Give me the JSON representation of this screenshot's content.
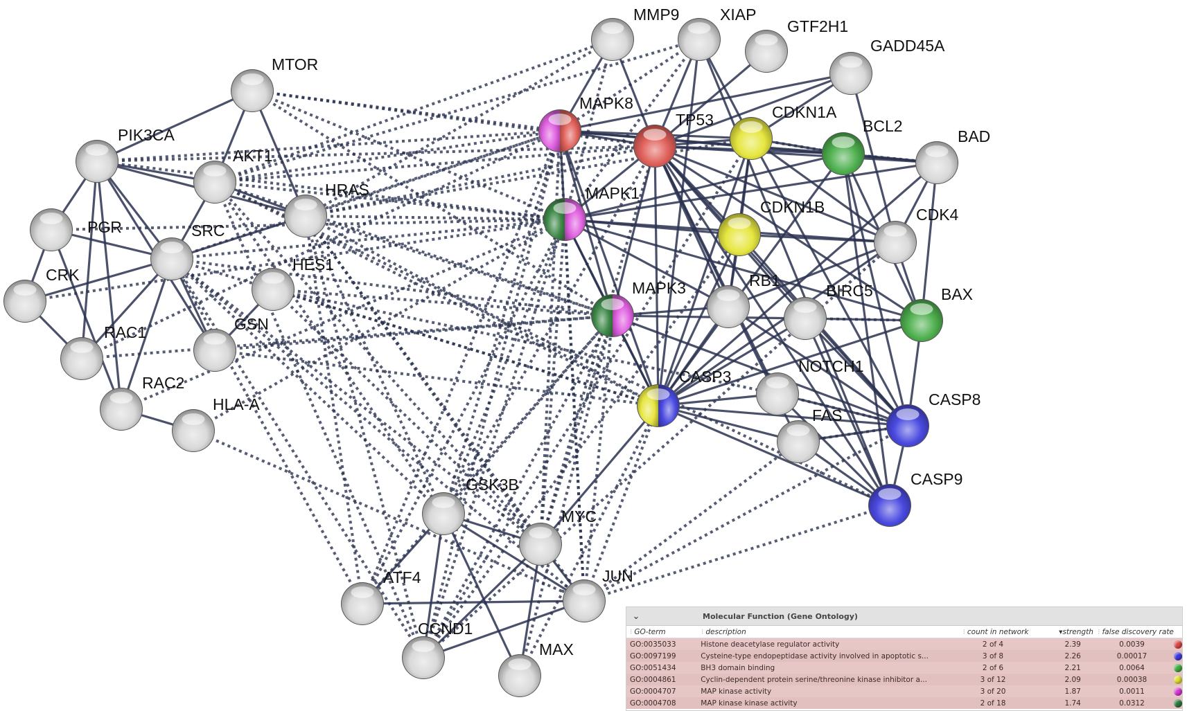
{
  "network": {
    "nodes": [
      {
        "id": "MTOR",
        "colors": []
      },
      {
        "id": "PIK3CA",
        "colors": []
      },
      {
        "id": "AKT1",
        "colors": []
      },
      {
        "id": "HRAS",
        "colors": []
      },
      {
        "id": "PGR",
        "colors": []
      },
      {
        "id": "SRC",
        "colors": []
      },
      {
        "id": "CRK",
        "colors": []
      },
      {
        "id": "HES1",
        "colors": []
      },
      {
        "id": "GSN",
        "colors": []
      },
      {
        "id": "RAC1",
        "colors": []
      },
      {
        "id": "RAC2",
        "colors": []
      },
      {
        "id": "HLA-A",
        "colors": []
      },
      {
        "id": "MMP9",
        "colors": []
      },
      {
        "id": "XIAP",
        "colors": []
      },
      {
        "id": "GTF2H1",
        "colors": []
      },
      {
        "id": "GADD45A",
        "colors": []
      },
      {
        "id": "MAPK8",
        "colors": [
          "magenta",
          "red"
        ]
      },
      {
        "id": "TP53",
        "colors": [
          "red"
        ]
      },
      {
        "id": "CDKN1A",
        "colors": [
          "yellow"
        ]
      },
      {
        "id": "BCL2",
        "colors": [
          "green"
        ]
      },
      {
        "id": "BAD",
        "colors": []
      },
      {
        "id": "MAPK1",
        "colors": [
          "darkgreen",
          "magenta"
        ]
      },
      {
        "id": "CDKN1B",
        "colors": [
          "yellow"
        ]
      },
      {
        "id": "CDK4",
        "colors": []
      },
      {
        "id": "MAPK3",
        "colors": [
          "darkgreen",
          "magenta"
        ]
      },
      {
        "id": "RB1",
        "colors": []
      },
      {
        "id": "BIRC5",
        "colors": []
      },
      {
        "id": "BAX",
        "colors": [
          "green"
        ]
      },
      {
        "id": "CASP3",
        "colors": [
          "yellow",
          "blue"
        ]
      },
      {
        "id": "NOTCH1",
        "colors": []
      },
      {
        "id": "FAS",
        "colors": []
      },
      {
        "id": "CASP8",
        "colors": [
          "blue"
        ]
      },
      {
        "id": "CASP9",
        "colors": [
          "blue"
        ]
      },
      {
        "id": "GSK3B",
        "colors": []
      },
      {
        "id": "MYC",
        "colors": []
      },
      {
        "id": "ATF4",
        "colors": []
      },
      {
        "id": "JUN",
        "colors": []
      },
      {
        "id": "CCND1",
        "colors": []
      },
      {
        "id": "MAX",
        "colors": []
      }
    ],
    "edges_solid": [
      [
        "MTOR",
        "PIK3CA"
      ],
      [
        "MTOR",
        "AKT1"
      ],
      [
        "MTOR",
        "HRAS"
      ],
      [
        "PIK3CA",
        "AKT1"
      ],
      [
        "PIK3CA",
        "SRC"
      ],
      [
        "PIK3CA",
        "PGR"
      ],
      [
        "PIK3CA",
        "RAC1"
      ],
      [
        "PIK3CA",
        "RAC2"
      ],
      [
        "PIK3CA",
        "GSN"
      ],
      [
        "PIK3CA",
        "HRAS"
      ],
      [
        "PGR",
        "SRC"
      ],
      [
        "PGR",
        "CRK"
      ],
      [
        "CRK",
        "SRC"
      ],
      [
        "CRK",
        "RAC1"
      ],
      [
        "SRC",
        "RAC1"
      ],
      [
        "SRC",
        "RAC2"
      ],
      [
        "SRC",
        "GSN"
      ],
      [
        "SRC",
        "AKT1"
      ],
      [
        "SRC",
        "HRAS"
      ],
      [
        "AKT1",
        "HRAS"
      ],
      [
        "HES1",
        "GSN"
      ],
      [
        "RAC2",
        "HLA-A"
      ],
      [
        "PGR",
        "RAC2"
      ],
      [
        "MMP9",
        "TP53"
      ],
      [
        "MMP9",
        "MAPK8"
      ],
      [
        "XIAP",
        "TP53"
      ],
      [
        "XIAP",
        "CASP3"
      ],
      [
        "XIAP",
        "CDKN1A"
      ],
      [
        "XIAP",
        "CASP9"
      ],
      [
        "GTF2H1",
        "TP53"
      ],
      [
        "GADD45A",
        "TP53"
      ],
      [
        "GADD45A",
        "MAPK8"
      ],
      [
        "GADD45A",
        "CDKN1A"
      ],
      [
        "GADD45A",
        "CDK4"
      ],
      [
        "MAPK8",
        "TP53"
      ],
      [
        "MAPK8",
        "CDKN1A"
      ],
      [
        "MAPK8",
        "BCL2"
      ],
      [
        "MAPK8",
        "MAPK1"
      ],
      [
        "MAPK8",
        "MAPK3"
      ],
      [
        "MAPK8",
        "CASP3"
      ],
      [
        "MAPK8",
        "BAD"
      ],
      [
        "TP53",
        "CDKN1A"
      ],
      [
        "TP53",
        "BCL2"
      ],
      [
        "TP53",
        "BAX"
      ],
      [
        "TP53",
        "CASP3"
      ],
      [
        "TP53",
        "CASP8"
      ],
      [
        "TP53",
        "CASP9"
      ],
      [
        "TP53",
        "RB1"
      ],
      [
        "TP53",
        "CDKN1B"
      ],
      [
        "TP53",
        "FAS"
      ],
      [
        "TP53",
        "BIRC5"
      ],
      [
        "TP53",
        "MAPK1"
      ],
      [
        "TP53",
        "MAPK3"
      ],
      [
        "TP53",
        "NOTCH1"
      ],
      [
        "TP53",
        "CDK4"
      ],
      [
        "TP53",
        "BAD"
      ],
      [
        "CDKN1A",
        "CDK4"
      ],
      [
        "CDKN1A",
        "CDKN1B"
      ],
      [
        "CDKN1A",
        "CASP3"
      ],
      [
        "CDKN1A",
        "RB1"
      ],
      [
        "CDKN1A",
        "BCL2"
      ],
      [
        "CDKN1A",
        "CASP8"
      ],
      [
        "BCL2",
        "BAD"
      ],
      [
        "BCL2",
        "BAX"
      ],
      [
        "BCL2",
        "CASP3"
      ],
      [
        "BCL2",
        "CASP9"
      ],
      [
        "BCL2",
        "CASP8"
      ],
      [
        "BCL2",
        "MAPK1"
      ],
      [
        "BAD",
        "MAPK1"
      ],
      [
        "BAD",
        "CDK4"
      ],
      [
        "BAD",
        "CASP3"
      ],
      [
        "BAD",
        "BAX"
      ],
      [
        "MAPK1",
        "MAPK3"
      ],
      [
        "MAPK1",
        "CASP3"
      ],
      [
        "MAPK1",
        "CDKN1B"
      ],
      [
        "MAPK1",
        "CDK4"
      ],
      [
        "MAPK1",
        "RB1"
      ],
      [
        "MAPK1",
        "BAX"
      ],
      [
        "CDKN1B",
        "CDK4"
      ],
      [
        "CDKN1B",
        "RB1"
      ],
      [
        "CDKN1B",
        "CASP3"
      ],
      [
        "CDKN1B",
        "CASP8"
      ],
      [
        "CDK4",
        "RB1"
      ],
      [
        "CDK4",
        "BAX"
      ],
      [
        "CDK4",
        "CASP3"
      ],
      [
        "MAPK3",
        "CASP3"
      ],
      [
        "MAPK3",
        "RB1"
      ],
      [
        "MAPK3",
        "BIRC5"
      ],
      [
        "MAPK3",
        "CASP8"
      ],
      [
        "RB1",
        "CASP3"
      ],
      [
        "RB1",
        "CASP8"
      ],
      [
        "BIRC5",
        "CASP3"
      ],
      [
        "BIRC5",
        "CASP9"
      ],
      [
        "BIRC5",
        "CASP8"
      ],
      [
        "BIRC5",
        "BAX"
      ],
      [
        "BAX",
        "CASP8"
      ],
      [
        "BAX",
        "CASP3"
      ],
      [
        "CASP3",
        "NOTCH1"
      ],
      [
        "CASP3",
        "FAS"
      ],
      [
        "CASP3",
        "CASP8"
      ],
      [
        "CASP3",
        "CASP9"
      ],
      [
        "CASP3",
        "MYC"
      ],
      [
        "NOTCH1",
        "CASP8"
      ],
      [
        "NOTCH1",
        "CASP9"
      ],
      [
        "FAS",
        "CASP8"
      ],
      [
        "FAS",
        "CASP9"
      ],
      [
        "CASP8",
        "CASP9"
      ],
      [
        "GSK3B",
        "MYC"
      ],
      [
        "GSK3B",
        "JUN"
      ],
      [
        "GSK3B",
        "ATF4"
      ],
      [
        "GSK3B",
        "CCND1"
      ],
      [
        "GSK3B",
        "MAX"
      ],
      [
        "MYC",
        "MAX"
      ],
      [
        "MYC",
        "JUN"
      ],
      [
        "MYC",
        "CCND1"
      ],
      [
        "ATF4",
        "JUN"
      ],
      [
        "JUN",
        "CCND1"
      ]
    ],
    "edges_dashed": [
      [
        "MTOR",
        "MAPK8"
      ],
      [
        "MTOR",
        "TP53"
      ],
      [
        "MTOR",
        "MAPK1"
      ],
      [
        "MTOR",
        "MAPK3"
      ],
      [
        "PIK3CA",
        "MAPK8"
      ],
      [
        "PIK3CA",
        "MAPK1"
      ],
      [
        "PIK3CA",
        "TP53"
      ],
      [
        "AKT1",
        "MAPK8"
      ],
      [
        "AKT1",
        "TP53"
      ],
      [
        "AKT1",
        "MAPK1"
      ],
      [
        "AKT1",
        "MAPK3"
      ],
      [
        "AKT1",
        "CASP3"
      ],
      [
        "AKT1",
        "GSK3B"
      ],
      [
        "AKT1",
        "MMP9"
      ],
      [
        "AKT1",
        "XIAP"
      ],
      [
        "AKT1",
        "CASP9"
      ],
      [
        "HRAS",
        "MAPK8"
      ],
      [
        "HRAS",
        "MAPK1"
      ],
      [
        "HRAS",
        "MAPK3"
      ],
      [
        "HRAS",
        "TP53"
      ],
      [
        "HRAS",
        "MYC"
      ],
      [
        "HRAS",
        "JUN"
      ],
      [
        "HRAS",
        "CASP3"
      ],
      [
        "HRAS",
        "CDKN1A"
      ],
      [
        "SRC",
        "MAPK1"
      ],
      [
        "SRC",
        "MAPK3"
      ],
      [
        "SRC",
        "MAPK8"
      ],
      [
        "SRC",
        "CASP3"
      ],
      [
        "SRC",
        "JUN"
      ],
      [
        "SRC",
        "MYC"
      ],
      [
        "PGR",
        "MAPK1"
      ],
      [
        "CRK",
        "MAPK1"
      ],
      [
        "RAC1",
        "MAPK8"
      ],
      [
        "RAC1",
        "MAPK3"
      ],
      [
        "RAC2",
        "MAPK1"
      ],
      [
        "HES1",
        "MAPK3"
      ],
      [
        "HES1",
        "NOTCH1"
      ],
      [
        "HES1",
        "MYC"
      ],
      [
        "HES1",
        "CASP3"
      ],
      [
        "GSN",
        "CASP3"
      ],
      [
        "GSN",
        "MAPK3"
      ],
      [
        "HLA-A",
        "MAPK1"
      ],
      [
        "HLA-A",
        "JUN"
      ],
      [
        "GSK3B",
        "MAPK1"
      ],
      [
        "GSK3B",
        "MAPK3"
      ],
      [
        "GSK3B",
        "MAPK8"
      ],
      [
        "GSK3B",
        "TP53"
      ],
      [
        "GSK3B",
        "HRAS"
      ],
      [
        "GSK3B",
        "SRC"
      ],
      [
        "MYC",
        "MAPK1"
      ],
      [
        "MYC",
        "MAPK3"
      ],
      [
        "MYC",
        "MAPK8"
      ],
      [
        "MYC",
        "TP53"
      ],
      [
        "MYC",
        "AKT1"
      ],
      [
        "JUN",
        "MAPK8"
      ],
      [
        "JUN",
        "MAPK1"
      ],
      [
        "JUN",
        "MAPK3"
      ],
      [
        "JUN",
        "CASP9"
      ],
      [
        "JUN",
        "CASP8"
      ],
      [
        "JUN",
        "FAS"
      ],
      [
        "JUN",
        "CASP3"
      ],
      [
        "ATF4",
        "MAPK1"
      ],
      [
        "ATF4",
        "MAPK3"
      ],
      [
        "ATF4",
        "SRC"
      ],
      [
        "ATF4",
        "HRAS"
      ],
      [
        "ATF4",
        "MAPK8"
      ],
      [
        "CCND1",
        "MAPK1"
      ],
      [
        "CCND1",
        "MAPK3"
      ],
      [
        "CCND1",
        "MAPK8"
      ],
      [
        "CCND1",
        "CDKN1A"
      ],
      [
        "CCND1",
        "CDKN1B"
      ],
      [
        "CCND1",
        "AKT1"
      ],
      [
        "CCND1",
        "HRAS"
      ],
      [
        "CCND1",
        "SRC"
      ],
      [
        "CCND1",
        "CDK4"
      ],
      [
        "MAX",
        "MAPK3"
      ],
      [
        "MAX",
        "CASP3"
      ],
      [
        "MMP9",
        "MAPK1"
      ],
      [
        "MMP9",
        "HRAS"
      ],
      [
        "XIAP",
        "MAPK1"
      ],
      [
        "XIAP",
        "MAPK8"
      ],
      [
        "BCL2",
        "BAD"
      ],
      [
        "CDKN1A",
        "BCL2"
      ],
      [
        "BIRC5",
        "BAX"
      ],
      [
        "NOTCH1",
        "CASP8"
      ],
      [
        "FAS",
        "CASP8"
      ]
    ]
  },
  "go_panel": {
    "toggle_icon": "⌄",
    "title": "Molecular Function (Gene Ontology)",
    "columns": {
      "term": "GO-term",
      "description": "description",
      "count": "count in network",
      "strength": "strength",
      "fdr": "false discovery rate"
    },
    "sort_indicator": "▾",
    "rows": [
      {
        "term": "GO:0035033",
        "description": "Histone deacetylase regulator activity",
        "count": "2 of 4",
        "strength": "2.39",
        "fdr": "0.0039",
        "color": "#e04848"
      },
      {
        "term": "GO:0097199",
        "description": "Cysteine-type endopeptidase activity involved in apoptotic s...",
        "count": "3 of 8",
        "strength": "2.26",
        "fdr": "0.00017",
        "color": "#3c3ce0"
      },
      {
        "term": "GO:0051434",
        "description": "BH3 domain binding",
        "count": "2 of 6",
        "strength": "2.21",
        "fdr": "0.0064",
        "color": "#3fae3f"
      },
      {
        "term": "GO:0004861",
        "description": "Cyclin-dependent protein serine/threonine kinase inhibitor a...",
        "count": "3 of 12",
        "strength": "2.09",
        "fdr": "0.00038",
        "color": "#e0e030"
      },
      {
        "term": "GO:0004707",
        "description": "MAP kinase activity",
        "count": "3 of 20",
        "strength": "1.87",
        "fdr": "0.0011",
        "color": "#d838d8"
      },
      {
        "term": "GO:0004708",
        "description": "MAP kinase kinase activity",
        "count": "2 of 18",
        "strength": "1.74",
        "fdr": "0.0312",
        "color": "#2e7a3c"
      }
    ]
  },
  "colors": {
    "edge": "#2b3350",
    "node_default": "#d9d9d9",
    "red": "#e0605a",
    "yellow": "#e6e640",
    "green": "#4fb04f",
    "darkgreen": "#3f8a4a",
    "magenta": "#e060e0",
    "blue": "#4a4ae0"
  }
}
